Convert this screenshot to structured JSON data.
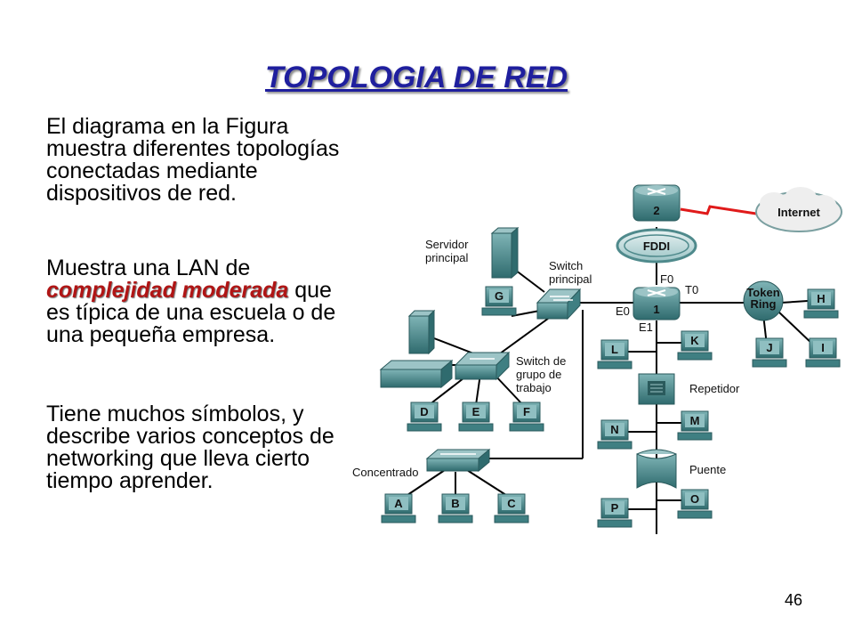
{
  "slide": {
    "title": "TOPOLOGIA DE RED",
    "paragraphs": [
      {
        "text": "El diagrama en la Figura muestra diferentes topologías conectadas mediante dispositivos de red."
      },
      {
        "pre": "Muestra una LAN de ",
        "em": "complejidad moderada",
        "post": " que es típica de una escuela o de una pequeña empresa."
      },
      {
        "text": "Tiene muchos símbolos, y describe varios conceptos de networking que lleva cierto tiempo aprender."
      }
    ],
    "page_number": "46"
  },
  "diagram": {
    "labels": {
      "servidor_principal": [
        "Servidor",
        "principal"
      ],
      "switch_principal": [
        "Switch",
        "principal"
      ],
      "switch_grupo": [
        "Switch de",
        "grupo de",
        "trabajo"
      ],
      "concentrado": "Concentrado",
      "repetidor": "Repetidor",
      "puente": "Puente",
      "internet": "Internet",
      "fddi": "FDDI",
      "token_ring": [
        "Token",
        "Ring"
      ],
      "router_main": "1",
      "router_top": "2",
      "f0": "F0",
      "t0": "T0",
      "e0": "E0",
      "e1": "E1"
    },
    "pcs": {
      "G": "G",
      "H": "H",
      "I": "I",
      "J": "J",
      "K": "K",
      "L": "L",
      "D": "D",
      "E": "E",
      "F": "F",
      "M": "M",
      "N": "N",
      "A": "A",
      "B": "B",
      "C": "C",
      "O": "O",
      "P": "P"
    },
    "colors": {
      "device": "#3f7f82",
      "device_light": "#74a9ab",
      "screen": "#8fbfc1",
      "link": "#000000",
      "wan": "#e01a1a"
    }
  }
}
